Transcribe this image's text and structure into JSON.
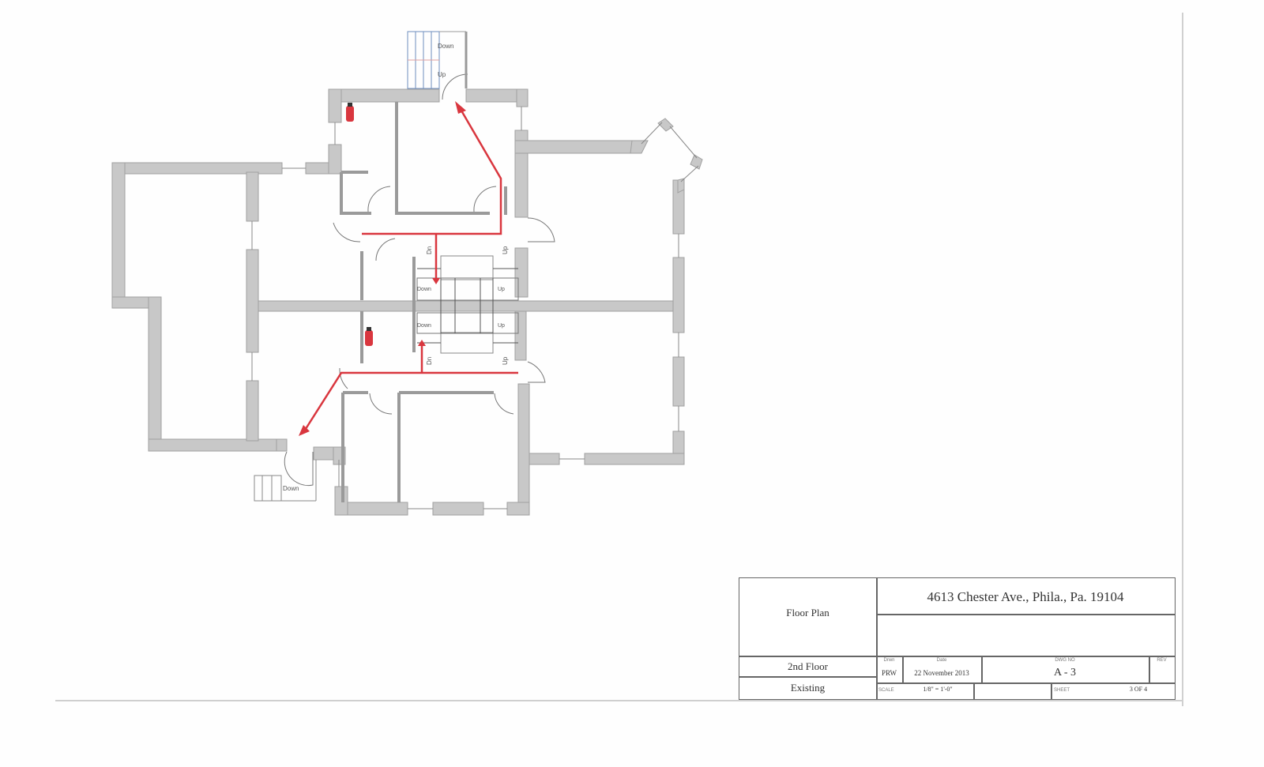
{
  "drawing": {
    "type": "architectural floor plan",
    "colors": {
      "wall": "#c8c8c8",
      "wall_outline": "#9a9a9a",
      "egress_route": "#d9363e",
      "extinguisher": "#d9363e"
    },
    "stair_labels": {
      "rear_stair_down": "Down",
      "rear_stair_up": "Up",
      "center_upper_left": "Dn",
      "center_upper_right": "Up",
      "center_mid_left_top": "Down",
      "center_mid_right_top": "Up",
      "center_mid_left_bottom": "Down",
      "center_mid_right_bottom": "Up",
      "center_lower_left": "Dn",
      "center_lower_right": "Up",
      "side_stair_down": "Down"
    },
    "symbols": [
      "fire-extinguisher",
      "fire-extinguisher",
      "egress-arrow-north",
      "egress-arrow-southwest"
    ]
  },
  "title_block": {
    "title": "Floor Plan",
    "address": "4613 Chester Ave., Phila., Pa. 19104",
    "floor": "2nd Floor",
    "status": "Existing",
    "drawn_label": "Drwn",
    "drawn_value": "PRW",
    "date_label": "Date",
    "date_value": "22 November 2013",
    "dwg_no_label": "DWG NO",
    "dwg_no_value": "A - 3",
    "rev_label": "REV",
    "rev_value": "",
    "scale_label": "SCALE",
    "scale_value": "1/8\" = 1'-0\"",
    "sheet_label": "SHEET",
    "sheet_value": "3 OF 4"
  }
}
